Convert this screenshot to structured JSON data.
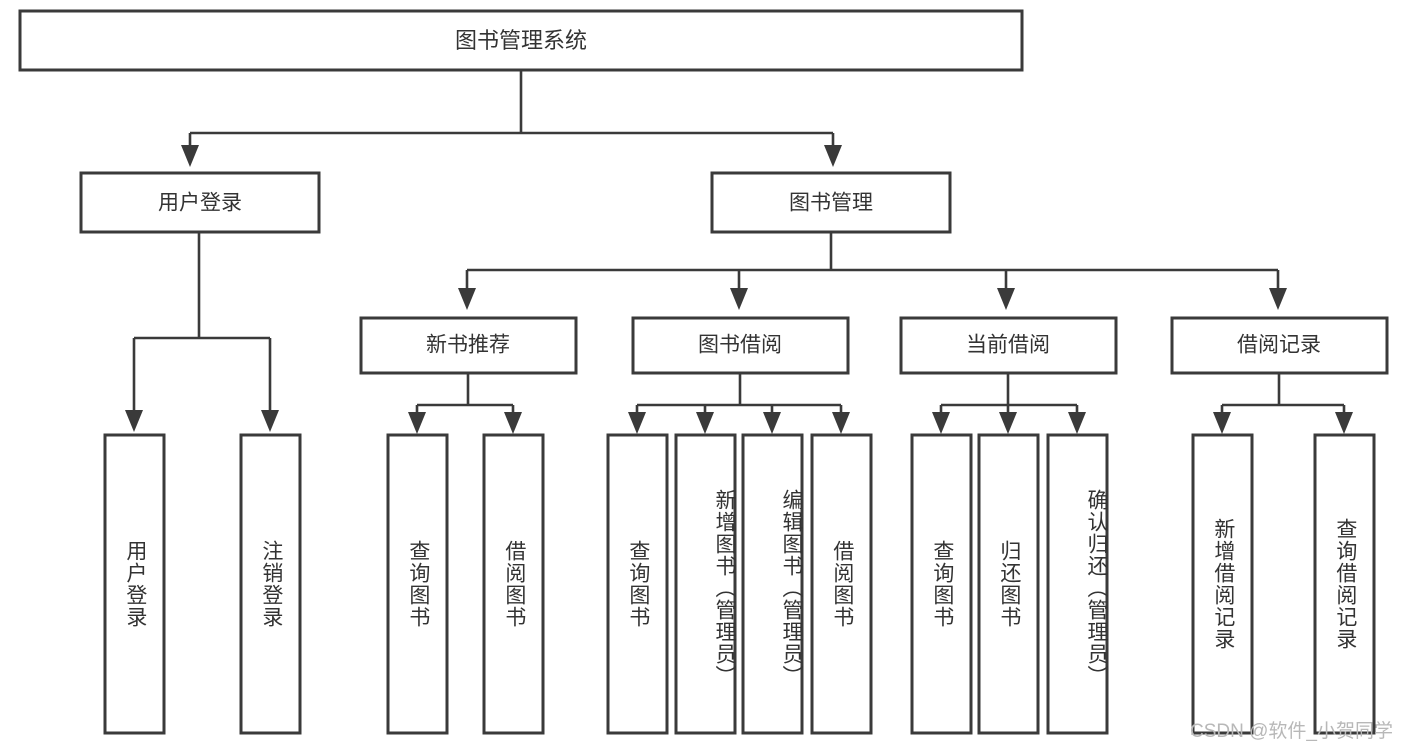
{
  "diagram": {
    "title": "图书管理系统",
    "root": {
      "id": "root",
      "label": "图书管理系统"
    },
    "level1": [
      {
        "id": "user-login",
        "label": "用户登录"
      },
      {
        "id": "book-management",
        "label": "图书管理"
      }
    ],
    "level2": [
      {
        "id": "new-book-recommend",
        "label": "新书推荐",
        "parent": "book-management"
      },
      {
        "id": "book-borrow",
        "label": "图书借阅",
        "parent": "book-management"
      },
      {
        "id": "current-borrow",
        "label": "当前借阅",
        "parent": "book-management"
      },
      {
        "id": "borrow-record",
        "label": "借阅记录",
        "parent": "book-management"
      }
    ],
    "leaves": [
      {
        "id": "leaf-user-login",
        "label": "用户登录",
        "parent": "user-login"
      },
      {
        "id": "leaf-logout",
        "label": "注销登录",
        "parent": "user-login"
      },
      {
        "id": "leaf-query-book-1",
        "label": "查询图书",
        "parent": "new-book-recommend"
      },
      {
        "id": "leaf-borrow-book-1",
        "label": "借阅图书",
        "parent": "new-book-recommend"
      },
      {
        "id": "leaf-query-book-2",
        "label": "查询图书",
        "parent": "book-borrow"
      },
      {
        "id": "leaf-add-book",
        "label": "新增图书（管理员）",
        "parent": "book-borrow"
      },
      {
        "id": "leaf-edit-book",
        "label": "编辑图书（管理员）",
        "parent": "book-borrow"
      },
      {
        "id": "leaf-borrow-book-2",
        "label": "借阅图书",
        "parent": "book-borrow"
      },
      {
        "id": "leaf-query-book-3",
        "label": "查询图书",
        "parent": "current-borrow"
      },
      {
        "id": "leaf-return-book",
        "label": "归还图书",
        "parent": "current-borrow"
      },
      {
        "id": "leaf-confirm-return",
        "label": "确认归还（管理员）",
        "parent": "current-borrow"
      },
      {
        "id": "leaf-add-record",
        "label": "新增借阅记录",
        "parent": "borrow-record"
      },
      {
        "id": "leaf-query-record",
        "label": "查询借阅记录",
        "parent": "borrow-record"
      }
    ]
  },
  "watermark": {
    "text": "CSDN @软件_小贺同学"
  },
  "colors": {
    "stroke": "#3a3a3a",
    "text": "#333333",
    "background": "#ffffff",
    "watermark": "#b8b8b8"
  }
}
